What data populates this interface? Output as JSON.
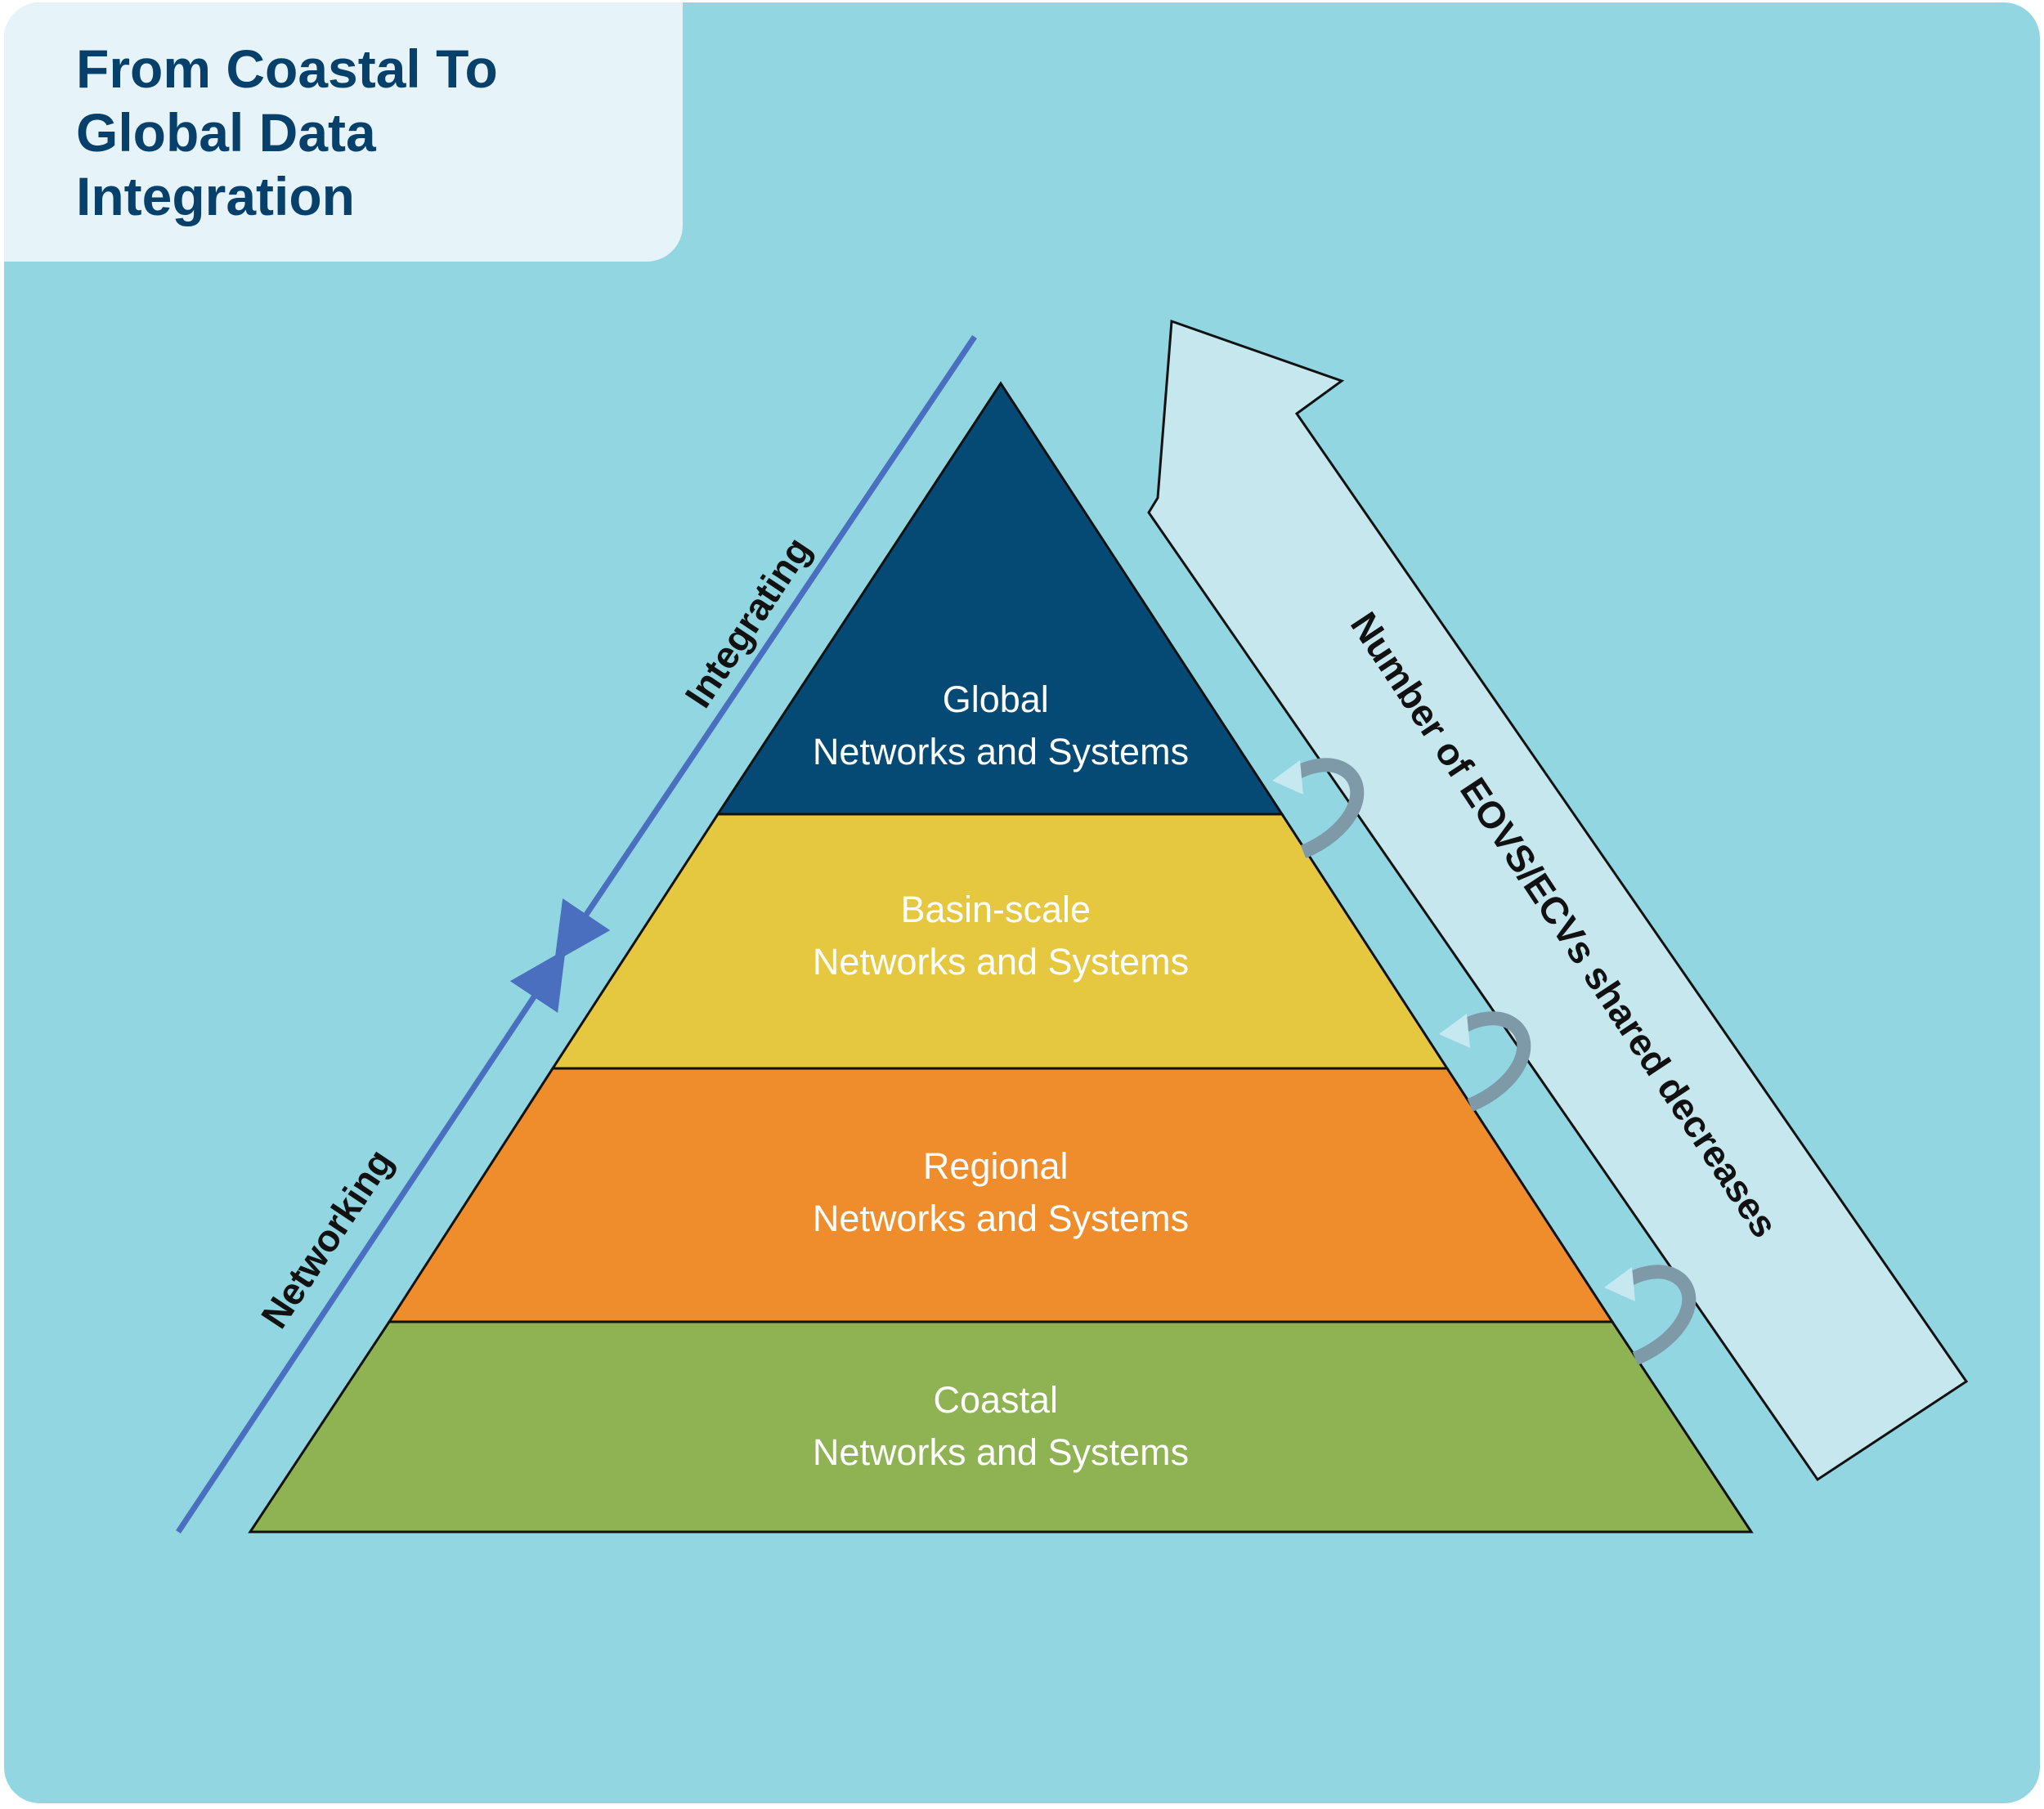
{
  "title": "From Coastal To\nGlobal Data\nIntegration",
  "tiers": [
    {
      "line1": "Global",
      "line2": "Networks and Systems",
      "color": "#044a74"
    },
    {
      "line1": "Basin-scale",
      "line2": "Networks and Systems",
      "color": "#e6c740"
    },
    {
      "line1": "Regional",
      "line2": "Networks and Systems",
      "color": "#ef8c2b"
    },
    {
      "line1": "Coastal",
      "line2": "Networks and Systems",
      "color": "#8fb353"
    }
  ],
  "left_axis": {
    "top_label": "Integrating",
    "bottom_label": "Networking",
    "color": "#4a6fbf"
  },
  "right_arrow": {
    "label": "Number of EOVS/ECVs shared decreases",
    "fill": "#c7e7ef"
  },
  "colors": {
    "panel": "#91d6e1",
    "title_box": "#e6f3f9",
    "title_text": "#07416b",
    "curl_arrow": "#7e9aa8",
    "curl_arrow_head": "#c6e8f1"
  }
}
